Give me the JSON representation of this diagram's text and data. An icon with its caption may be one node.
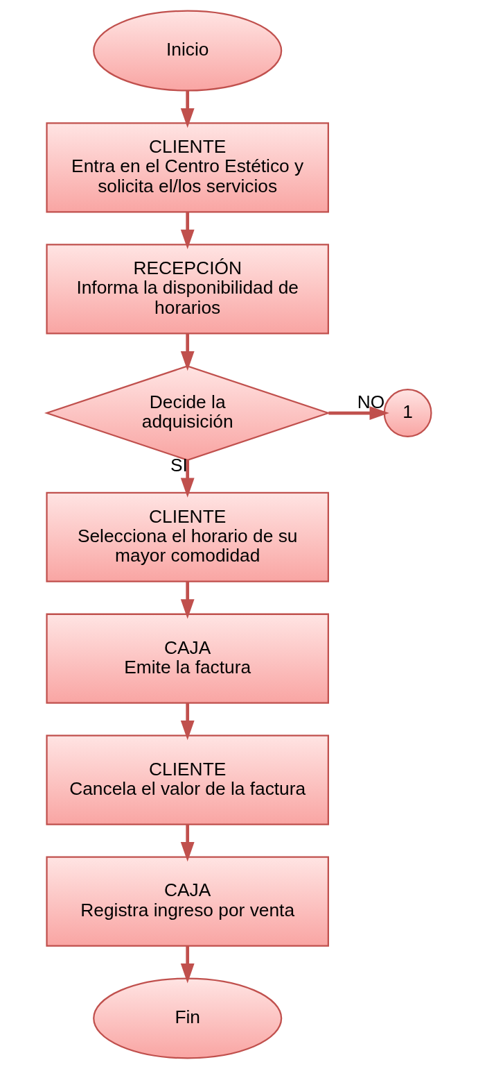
{
  "diagram": {
    "nodes": [
      {
        "text": [
          "Inicio"
        ]
      },
      {
        "text": [
          "CLIENTE",
          "Entra en el Centro Estético y solicita el/los servicios"
        ]
      },
      {
        "text": [
          "RECEPCIÓN",
          "Informa la disponibilidad de horarios"
        ]
      },
      {
        "text": [
          "Decide la adquisición"
        ]
      },
      {
        "text": [
          "1"
        ]
      },
      {
        "text": [
          "CLIENTE",
          "Selecciona el horario de su mayor comodidad"
        ]
      },
      {
        "text": [
          "CAJA",
          "Emite la factura"
        ]
      },
      {
        "text": [
          "CLIENTE",
          "Cancela el valor de la factura"
        ]
      },
      {
        "text": [
          "CAJA",
          "Registra ingreso por venta"
        ]
      },
      {
        "text": [
          "Fin"
        ]
      }
    ],
    "edges": [
      {
        "from": 0,
        "to": 1,
        "arrow": "to"
      },
      {
        "from": 1,
        "to": 2,
        "arrow": "to"
      },
      {
        "from": 2,
        "to": 3,
        "arrow": "to"
      },
      {
        "from": 3,
        "to": 4,
        "arrow": "to",
        "label": "NO"
      },
      {
        "from": 3,
        "to": 5,
        "arrow": "to",
        "label": "SI"
      },
      {
        "from": 5,
        "to": 6,
        "arrow": "to"
      },
      {
        "from": 6,
        "to": 7,
        "arrow": "to"
      },
      {
        "from": 7,
        "to": 8,
        "arrow": "to"
      },
      {
        "from": 8,
        "to": 9,
        "arrow": "to"
      }
    ]
  }
}
